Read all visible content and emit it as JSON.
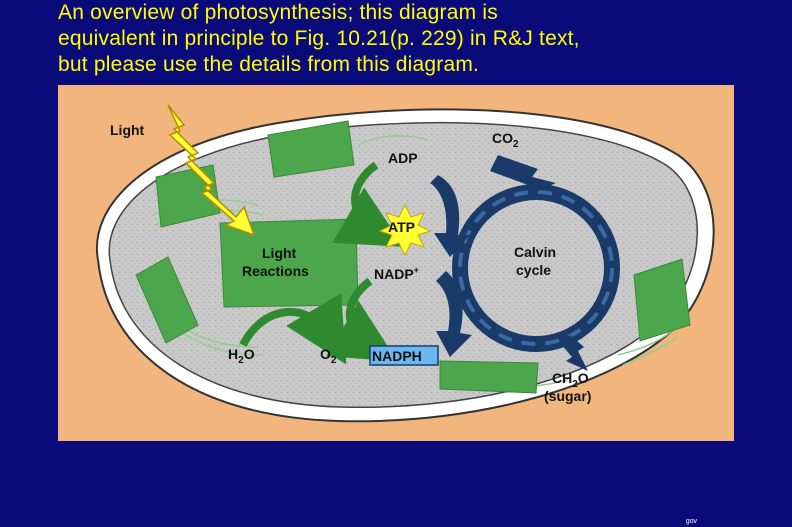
{
  "title": {
    "line1": "An overview of photosynthesis; this diagram is",
    "line2": "equivalent in principle to Fig. 10.21(p. 229) in R&J text,",
    "line3": "but please use the details from this diagram."
  },
  "diagram": {
    "light": "Light",
    "light_reactions_1": "Light",
    "light_reactions_2": "Reactions",
    "adp": "ADP",
    "atp": "ATP",
    "nadp": "NADP",
    "nadp_sup": "+",
    "nadph": "NADPH",
    "h2o_h": "H",
    "h2o_sub": "2",
    "h2o_o": "O",
    "o2_o": "O",
    "o2_sub": "2",
    "co2_co": "CO",
    "co2_sub": "2",
    "calvin_1": "Calvin",
    "calvin_2": "cycle",
    "ch2o_ch": "CH",
    "ch2o_sub": "2",
    "ch2o_o": "O",
    "sugar": "(sugar)"
  },
  "colors": {
    "background": "#0a0a7a",
    "title": "#ffff00",
    "panel": "#f2b57e",
    "thylakoid": "#4ca64c",
    "calvin_arrow": "#1a3a6a",
    "atp_star": "#ffff33",
    "nadph_box": "#6ab8f0"
  },
  "footer": "gov"
}
